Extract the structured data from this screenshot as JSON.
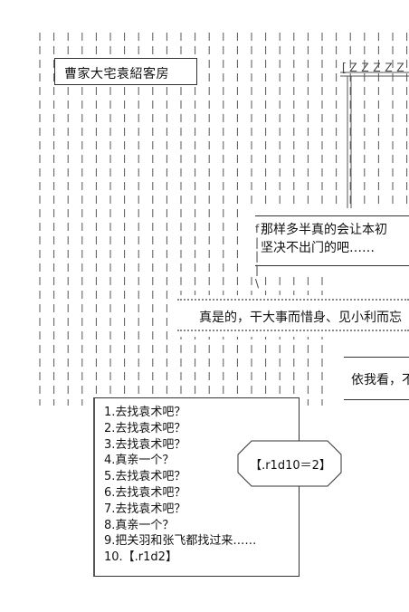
{
  "scene": {
    "location_label": "曹家大宅袁紹客房"
  },
  "dialogue": [
    {
      "speaker_box": "bubble1",
      "lines": [
        "那样多半真的会让本初",
        "坚决不出门的吧……"
      ]
    },
    {
      "speaker_box": "strip",
      "lines": [
        "真是的，干大事而惜身、见小利而忘"
      ]
    },
    {
      "speaker_box": "bubble2",
      "lines": [
        "依我看，不"
      ]
    }
  ],
  "choices": {
    "items": [
      "1.去找袁术吧？",
      "2.去找袁术吧？",
      "3.去找袁术吧？",
      "4.真亲一个？",
      "5.去找袁术吧？",
      "6.去找袁术吧？",
      "7.去找袁术吧？",
      "8.真亲一个？",
      "9.把关羽和张飞都找过来……",
      "10.【.r1d2】"
    ]
  },
  "roll": {
    "label": "【.r1d10＝2】"
  }
}
